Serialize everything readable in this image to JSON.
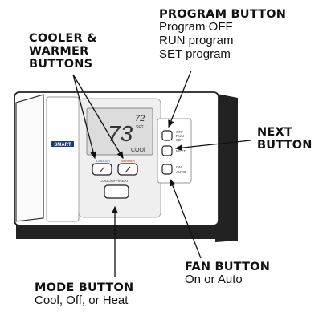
{
  "callouts": {
    "program": {
      "title": "PROGRAM BUTTON",
      "lines": [
        "Program OFF",
        "RUN program",
        "SET program"
      ]
    },
    "cooler_warmer": {
      "title_lines": [
        "COOLER &",
        "WARMER",
        "BUTTONS"
      ]
    },
    "next": {
      "title_lines": [
        "NEXT",
        "BUTTON"
      ]
    },
    "fan": {
      "title": "FAN BUTTON",
      "line": "On or Auto"
    },
    "mode": {
      "title": "MODE BUTTON",
      "line": "Cool, Off, or Heat"
    }
  },
  "device": {
    "brand": "SMART",
    "display": {
      "temperature": "73",
      "setpoint": "72",
      "setpoint_label": "SET",
      "mode_text": "COOl"
    },
    "buttons": {
      "cooler": "COOLER",
      "warmer": "WARMER",
      "mode": "COOL/OFF/HEAT",
      "program_off": "OFF",
      "program_run": "RUN",
      "program_set": "SET",
      "next": "NEXT",
      "fan_on": "ON",
      "fan_auto": "AUTO"
    }
  },
  "colors": {
    "device_body": "#ffffff",
    "device_shadow": "#222222",
    "lcd_panel": "#e8e8e8",
    "warmer_label": "#cc2222",
    "cooler_label": "#2255aa"
  }
}
